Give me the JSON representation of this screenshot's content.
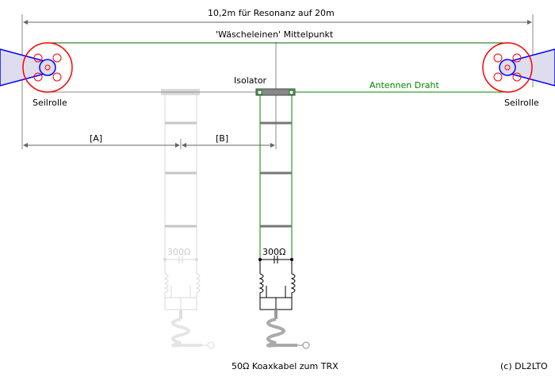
{
  "labels": {
    "total_length": "10,2m für Resonanz auf 20m",
    "center": "'Wäscheleinen' Mittelpunkt",
    "isolator": "Isolator",
    "antenna_wire": "Antennen Draht",
    "pulley_left": "Seilrolle",
    "pulley_right": "Seilrolle",
    "dim_a": "[A]",
    "dim_b": "[B]",
    "impedance_ghost": "300Ω",
    "impedance": "300Ω",
    "coax": "50Ω Koaxkabel zum TRX",
    "copyright": "(c) DL2LTO"
  },
  "colors": {
    "wire": "#008000",
    "pulley": "#ff0000",
    "mount": "#0000ff",
    "ghost": "#c8c8c8"
  }
}
